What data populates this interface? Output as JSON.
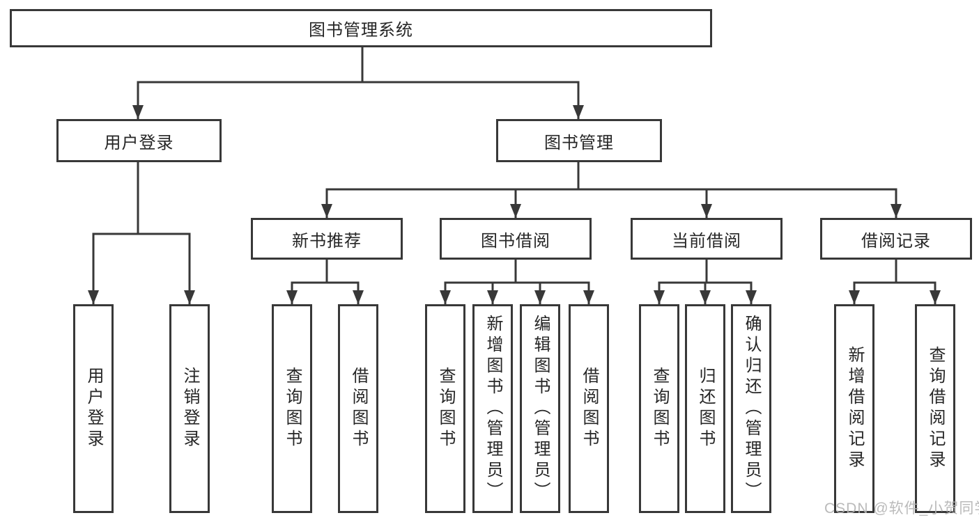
{
  "diagram": {
    "type": "hierarchy-tree",
    "root": {
      "label": "图书管理系统"
    },
    "level1": [
      {
        "label": "用户登录",
        "children": [
          {
            "label": "用户登录"
          },
          {
            "label": "注销登录"
          }
        ]
      },
      {
        "label": "图书管理",
        "children": [
          {
            "label": "新书推荐",
            "children": [
              {
                "label": "查询图书"
              },
              {
                "label": "借阅图书"
              }
            ]
          },
          {
            "label": "图书借阅",
            "children": [
              {
                "label": "查询图书"
              },
              {
                "label": "新增图书（管理员）"
              },
              {
                "label": "编辑图书（管理员）"
              },
              {
                "label": "借阅图书"
              }
            ]
          },
          {
            "label": "当前借阅",
            "children": [
              {
                "label": "查询图书"
              },
              {
                "label": "归还图书"
              },
              {
                "label": "确认归还（管理员）"
              }
            ]
          },
          {
            "label": "借阅记录",
            "children": [
              {
                "label": "新增借阅记录"
              },
              {
                "label": "查询借阅记录"
              }
            ]
          }
        ]
      }
    ]
  },
  "watermark": {
    "text": "CSDN @软件_小贺同学"
  },
  "colors": {
    "background": "#ffffff",
    "box_fill": "#ffffff",
    "box_border": "#383838",
    "connector": "#383838",
    "text": "#262626",
    "watermark": "#b3b3b3"
  }
}
